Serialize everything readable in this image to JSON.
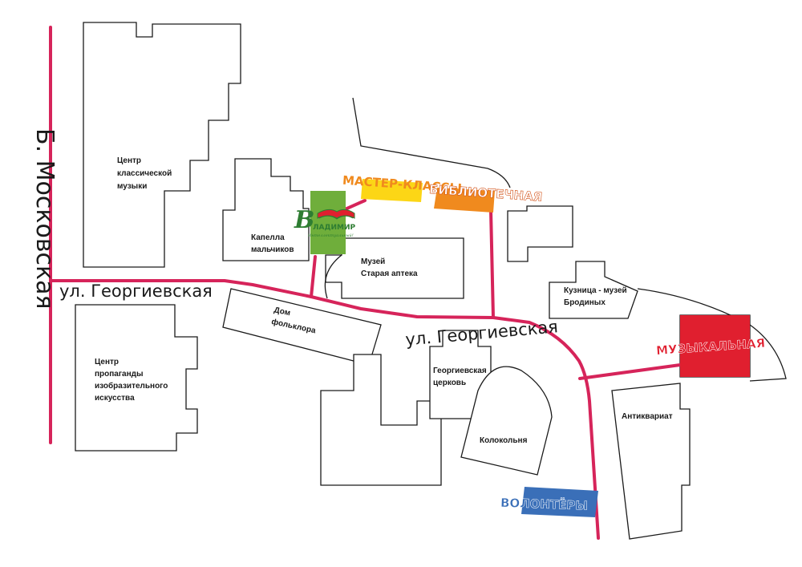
{
  "colors": {
    "road": "#d6245a",
    "masterclass": "#fcd616",
    "library": "#f08a1e",
    "music": "#e01f2f",
    "volunteers": "#3a6fb8",
    "logo_block": "#6fae3b",
    "logo_green": "#2e7d32",
    "label_text": "#1a1a1a"
  },
  "streets": {
    "moskovskaya": "Б. Московская",
    "georgievskaya_west": "ул. Георгиевская",
    "georgievskaya_east": "ул. Георгиевская"
  },
  "buildings": {
    "classical_music": [
      "Центр",
      "классической",
      "музыки"
    ],
    "boys_chapel": [
      "Капелла",
      "мальчиков"
    ],
    "old_pharmacy": [
      "Музей",
      "Старая аптека"
    ],
    "folklore_house": [
      "Дом",
      "фольклора"
    ],
    "art_propaganda": [
      "Центр",
      "пропаганды",
      "изобразительного",
      "искусства"
    ],
    "georgievskaya_church": [
      "Георгиевская",
      "церковь"
    ],
    "bell_tower": [
      "Колокольня"
    ],
    "smithy_museum": [
      "Кузница - музей",
      "Бродиных"
    ],
    "antiques": [
      "Антиквариат"
    ]
  },
  "venues": {
    "masterclass": "МАСТЕР-КЛАССЫ",
    "library": "БИБЛИОТЕЧНАЯ",
    "music": "МУЗЫКАЛЬНАЯ",
    "volunteers": "ВОЛОНТЁРЫ"
  },
  "logo": {
    "initial": "В",
    "name": "ЛАДИМИР",
    "tagline": "Интеллектуальный!",
    "icon": "open-book-icon"
  }
}
